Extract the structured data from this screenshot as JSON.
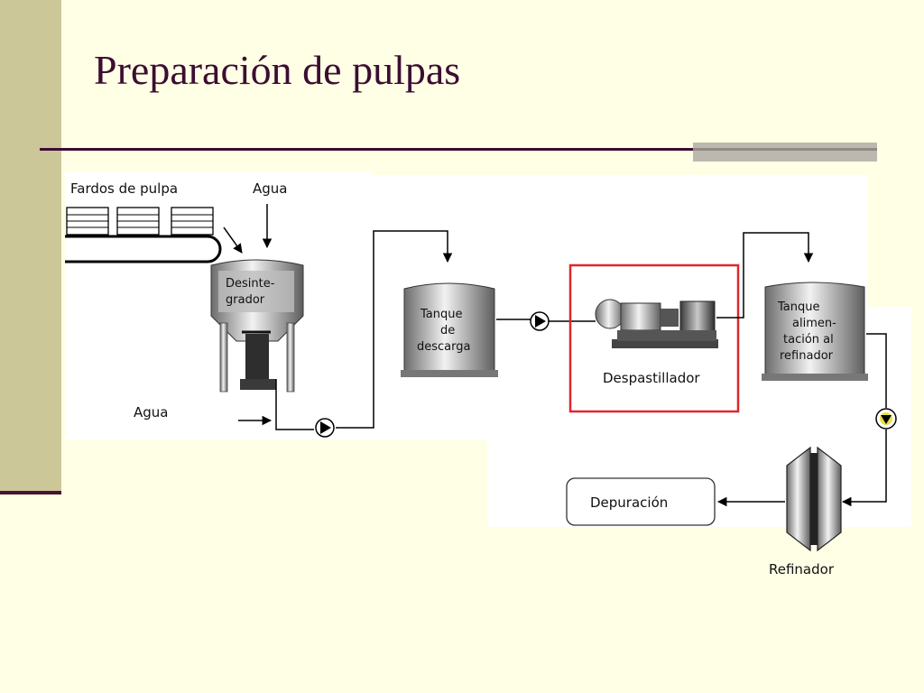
{
  "slide": {
    "title": "Preparación de pulpas"
  },
  "diagram": {
    "fardos_label": "Fardos de pulpa",
    "agua_top_label": "Agua",
    "agua_bottom_label": "Agua",
    "desintegrador_line1": "Desinte-",
    "desintegrador_line2": "grador",
    "tanque_descarga_line1": "Tanque",
    "tanque_descarga_line2": "de",
    "tanque_descarga_line3": "descarga",
    "despastillador_label": "Despastillador",
    "tanque_alim_line1": "Tanque",
    "tanque_alim_line2": "alimen-",
    "tanque_alim_line3": "tación al",
    "tanque_alim_line4": "refinador",
    "refinador_label": "Refinador",
    "depuracion_label": "Depuración",
    "highlight_color": "#e0262c"
  }
}
